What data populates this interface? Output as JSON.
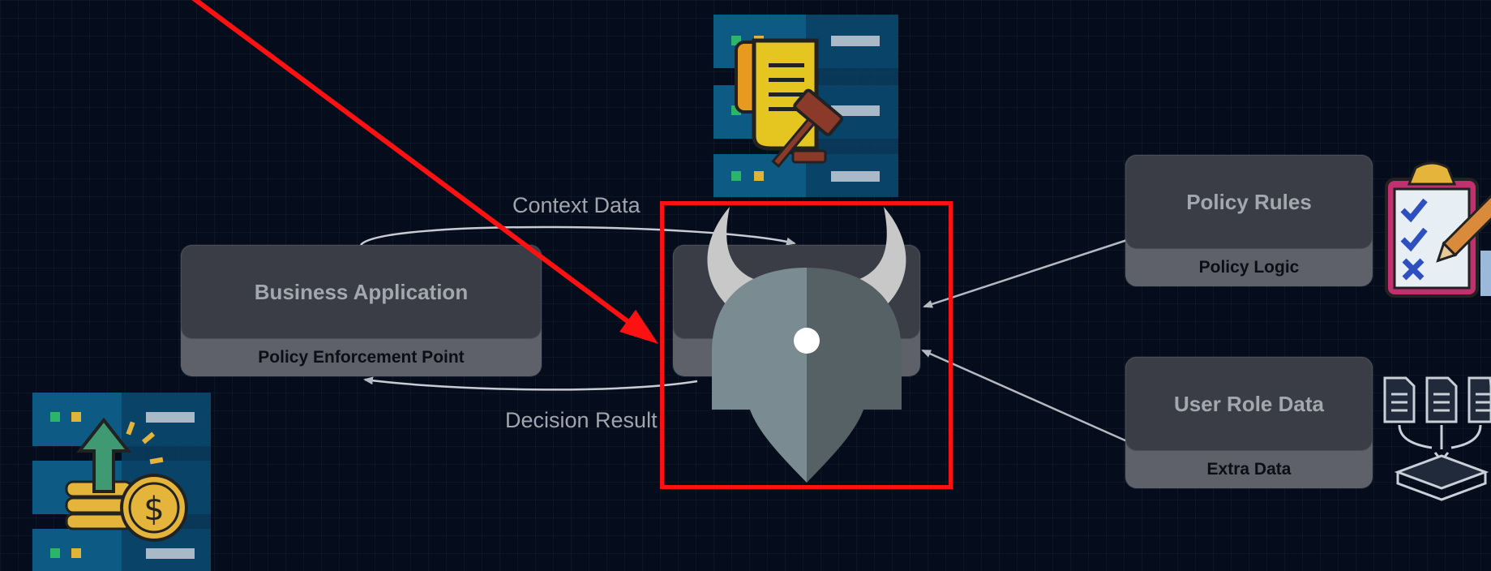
{
  "diagram": {
    "nodes": [
      {
        "id": "business-app",
        "title": "Business Application",
        "subtitle": "Policy Enforcement Point"
      },
      {
        "id": "policy-rules",
        "title": "Policy Rules",
        "subtitle": "Policy Logic"
      },
      {
        "id": "user-role-data",
        "title": "User Role Data",
        "subtitle": "Extra Data"
      }
    ],
    "edges": [
      {
        "from": "business-app",
        "to": "authorization-server",
        "label": "Context Data"
      },
      {
        "from": "authorization-server",
        "to": "business-app",
        "label": "Decision Result"
      },
      {
        "from": "policy-rules",
        "to": "authorization-server",
        "label": ""
      },
      {
        "from": "user-role-data",
        "to": "authorization-server",
        "label": ""
      }
    ],
    "icons": [
      "gavel-document-server-icon",
      "money-stack-server-icon",
      "checklist-clipboard-icon",
      "data-merge-icon",
      "opa-viking-helmet-logo"
    ]
  },
  "colors": {
    "background": "#050d1d",
    "highlight": "#ff1111",
    "node_top": "#3a3d45",
    "node_bottom": "#5e6169"
  }
}
